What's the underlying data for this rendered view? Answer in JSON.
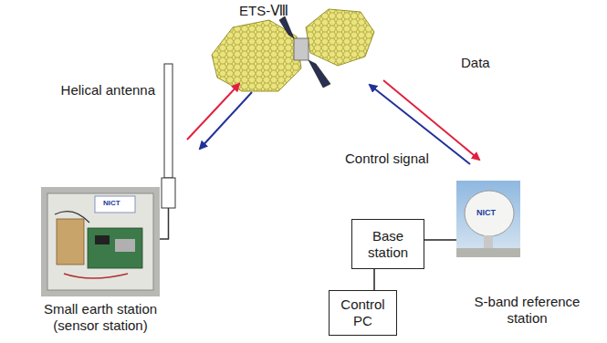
{
  "diagram": {
    "nodes": [
      {
        "text": [
          "Base station"
        ]
      },
      {
        "text": [
          "Control PC"
        ]
      }
    ],
    "edges": [
      {
        "from": 0,
        "to": 1,
        "arrow": "none"
      }
    ],
    "labels": [
      "ETS-Ⅷ",
      "Helical antenna",
      "Data",
      "Control signal",
      "Small earth station (sensor station)",
      "S-band reference station",
      "NICT",
      "NICT"
    ]
  }
}
